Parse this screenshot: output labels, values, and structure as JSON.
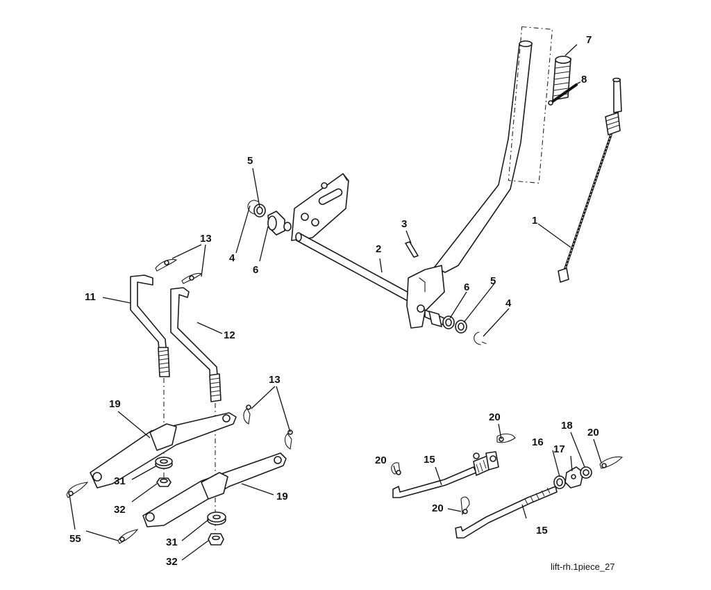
{
  "callouts": {
    "c1": "1",
    "c2": "2",
    "c3": "3",
    "c4a": "4",
    "c4b": "4",
    "c5a": "5",
    "c5b": "5",
    "c6a": "6",
    "c6b": "6",
    "c7": "7",
    "c8": "8",
    "c11": "11",
    "c12": "12",
    "c13a": "13",
    "c13b": "13",
    "c15a": "15",
    "c15b": "15",
    "c16": "16",
    "c17": "17",
    "c18": "18",
    "c19a": "19",
    "c19b": "19",
    "c20a": "20",
    "c20b": "20",
    "c20c": "20",
    "c20d": "20",
    "c31a": "31",
    "c31b": "31",
    "c32a": "32",
    "c32b": "32",
    "c55": "55"
  },
  "caption": "lift-rh.1piece_27"
}
